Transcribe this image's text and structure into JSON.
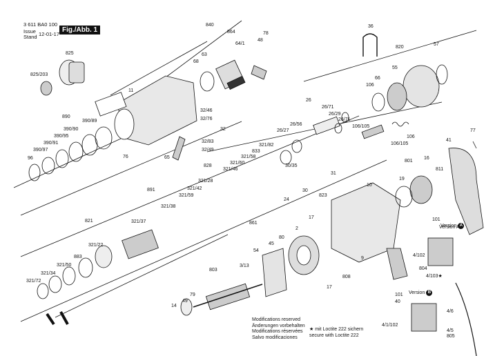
{
  "header": {
    "doc_number": "3 611 BA0 100",
    "issue_label": "Issue",
    "stand_label": "Stand",
    "date": "12-01-17",
    "figure_label": "Fig./Abb. 1"
  },
  "notes": {
    "modifications": [
      "Modifications reserved",
      "Änderungen vorbehalten",
      "Modifications réservées",
      "Salvo modificaciones"
    ],
    "loctite": [
      "★ mit Loctite 222 sichern",
      "secure with Loctite 222"
    ]
  },
  "versions": {
    "a_label": "Version",
    "a_letter": "A",
    "b_label": "Version",
    "b_letter": "B"
  },
  "part_labels": [
    "840",
    "864",
    "78",
    "64/1",
    "48",
    "36",
    "825",
    "63",
    "68",
    "820",
    "57",
    "825/203",
    "11",
    "55",
    "66",
    "106",
    "26",
    "32/46",
    "32/76",
    "26/71",
    "26/29",
    "26/71",
    "890",
    "390/89",
    "390/90",
    "390/95",
    "390/91",
    "390/97",
    "96",
    "32",
    "26/27",
    "26/56",
    "106/105",
    "106",
    "106/105",
    "77",
    "41",
    "32/83",
    "32/49",
    "76",
    "65",
    "321/82",
    "833",
    "321/58",
    "321/60",
    "321/46",
    "30/35",
    "31",
    "828",
    "891",
    "321/42",
    "321/28",
    "321/59",
    "321/38",
    "16",
    "811",
    "801",
    "19",
    "30",
    "24",
    "823",
    "10",
    "861",
    "17",
    "821",
    "321/37",
    "101",
    "Version A",
    "321/22",
    "2",
    "883",
    "80",
    "45",
    "54",
    "9",
    "4/102",
    "804",
    "4/103★",
    "808",
    "17",
    "321/50",
    "321/34",
    "321/72",
    "803",
    "3/13",
    "79",
    "49",
    "14",
    "101",
    "Version B",
    "4/6",
    "4/1/102",
    "4/5",
    "805",
    "40"
  ],
  "icons": [
    "crosshair-icon",
    "star-icon"
  ]
}
